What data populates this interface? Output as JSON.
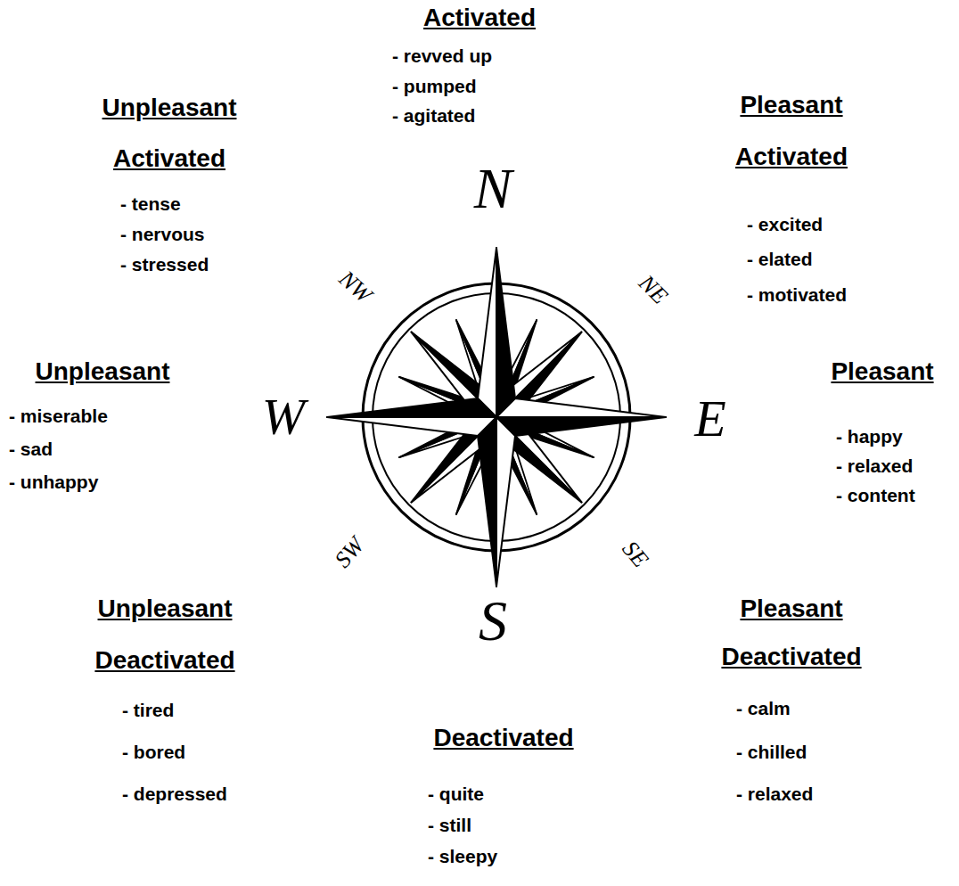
{
  "diagram": {
    "labels": [
      "Activated",
      "- revved up",
      "- pumped",
      "- agitated",
      "Unpleasant Activated",
      "- tense",
      "- nervous",
      "- stressed",
      "Pleasant Activated",
      "- excited",
      "- elated",
      "- motivated",
      "N",
      "NW",
      "NE",
      "Unpleasant",
      "- miserable",
      "- sad",
      "- unhappy",
      "W",
      "E",
      "Pleasant",
      "- happy",
      "- relaxed",
      "- content",
      "SW",
      "SE",
      "S",
      "Unpleasant Deactivated",
      "- tired",
      "- bored",
      "- depressed",
      "Deactivated",
      "- quite",
      "- still",
      "- sleepy",
      "Pleasant Deactivated",
      "- calm",
      "- chilled",
      "- relaxed"
    ]
  }
}
